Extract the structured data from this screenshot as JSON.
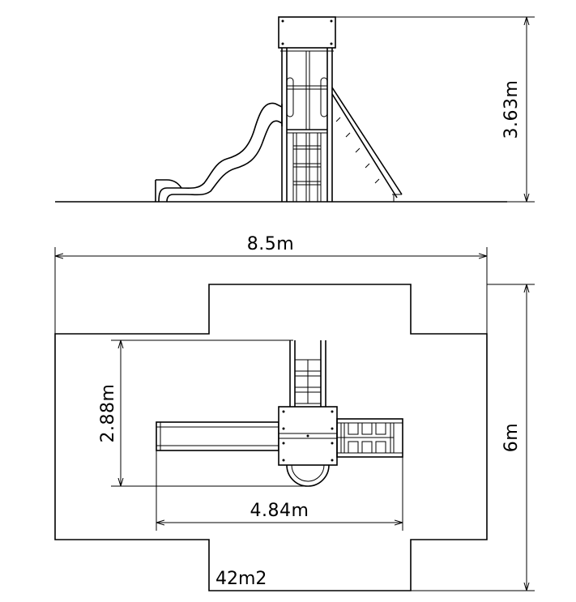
{
  "dimensions": {
    "height_side": "3.63m",
    "total_width": "8.5m",
    "total_depth": "6m",
    "inner_depth": "2.88m",
    "inner_width": "4.84m",
    "area": "42m2"
  }
}
